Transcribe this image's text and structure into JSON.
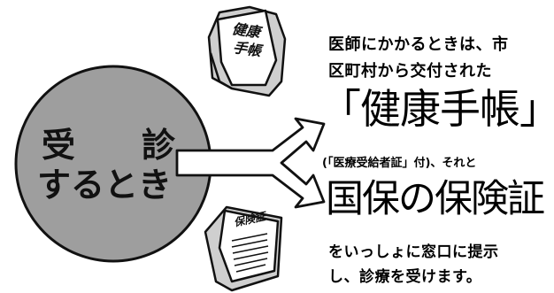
{
  "circle": {
    "line1_left": "受",
    "line1_right": "診",
    "line2": "するとき"
  },
  "booklet_top": {
    "line1": "健康",
    "line2": "手帳"
  },
  "booklet_bottom": {
    "label": "保険証"
  },
  "text": {
    "line1": "医師にかかるときは、市",
    "line2": "区町村から交付された",
    "big1": "「健康手帳」",
    "line3": "(「医療受給者証」付)、それと",
    "big2": "国保の保険証",
    "line4": "をいっしょに窓口に提示",
    "line5": "し、診療を受けます。"
  },
  "colors": {
    "circle_fill": "#9e9e9e",
    "outline": "#111111",
    "background": "#ffffff"
  }
}
